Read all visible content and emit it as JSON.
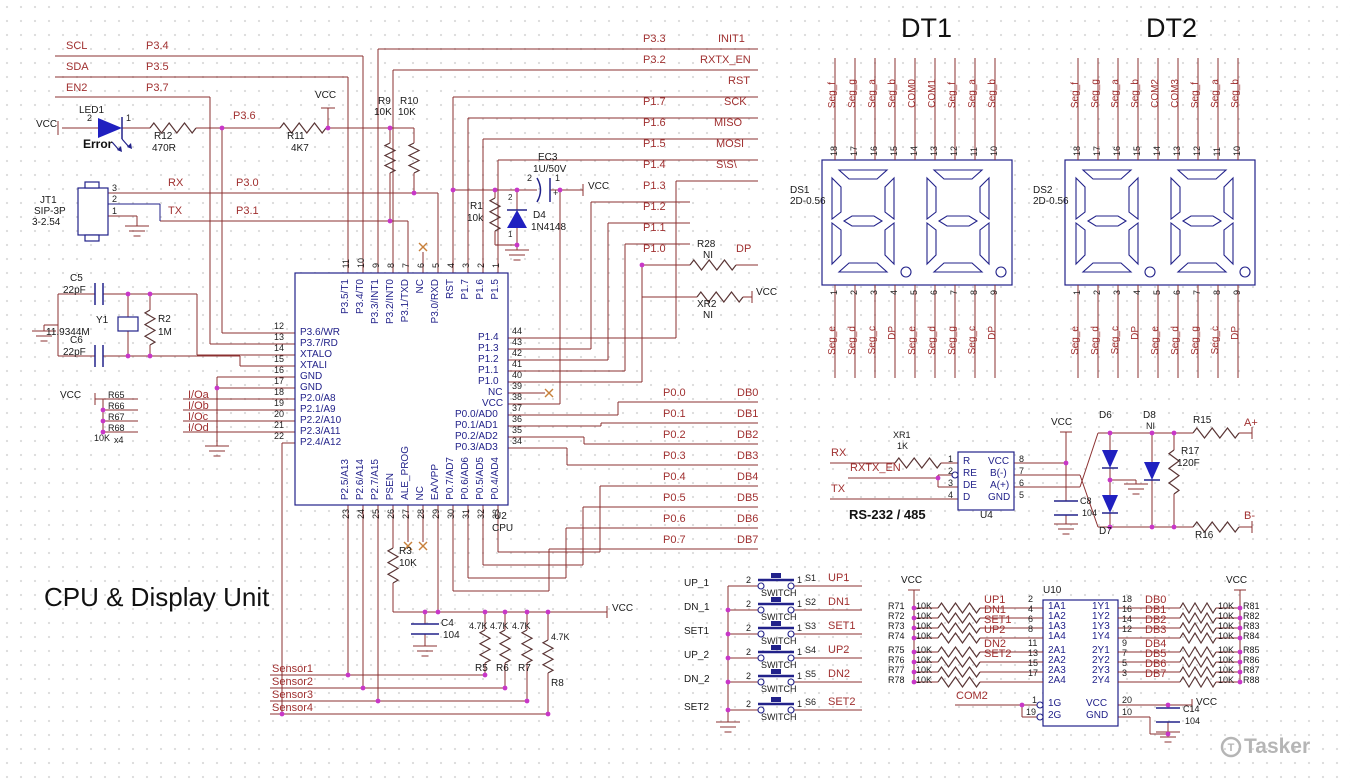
{
  "title": "CPU & Display Unit",
  "watermark": "Tasker",
  "power": {
    "vcc": "VCC"
  },
  "top_nets": [
    [
      "SCL",
      "P3.4"
    ],
    [
      "SDA",
      "P3.5"
    ],
    [
      "EN2",
      "P3.7"
    ]
  ],
  "serial_nets": [
    [
      "RX",
      "P3.0"
    ],
    [
      "TX",
      "P3.1"
    ]
  ],
  "net_p36": "P3.6",
  "right_nets": [
    [
      "P3.3",
      "INIT1"
    ],
    [
      "P3.2",
      "RXTX_EN"
    ],
    [
      "",
      "RST"
    ],
    [
      "P1.7",
      "SCK"
    ],
    [
      "P1.6",
      "MISO"
    ],
    [
      "P1.5",
      "MOSI"
    ],
    [
      "P1.4",
      "S\\S\\"
    ],
    [
      "P1.3",
      ""
    ],
    [
      "P1.2",
      ""
    ],
    [
      "P1.1",
      ""
    ],
    [
      "P1.0",
      "DP"
    ]
  ],
  "db_rows": [
    [
      "P0.0",
      "DB0"
    ],
    [
      "P0.1",
      "DB1"
    ],
    [
      "P0.2",
      "DB2"
    ],
    [
      "P0.3",
      "DB3"
    ],
    [
      "P0.4",
      "DB4"
    ],
    [
      "P0.5",
      "DB5"
    ],
    [
      "P0.6",
      "DB6"
    ],
    [
      "P0.7",
      "DB7"
    ]
  ],
  "sensors": [
    "Sensor1",
    "Sensor2",
    "Sensor3",
    "Sensor4"
  ],
  "io_rows": [
    [
      "R65",
      "I/Oa"
    ],
    [
      "R66",
      "I/Ob"
    ],
    [
      "R67",
      "I/Oc"
    ],
    [
      "R68",
      "I/Od"
    ]
  ],
  "io_note": [
    "10K",
    "x4"
  ],
  "jt1": {
    "ref": "JT1",
    "type": "SIP-3P",
    "pitch": "3-2.54",
    "pins": [
      "3",
      "2",
      "1"
    ]
  },
  "led": {
    "ref": "LED1",
    "name": "Error",
    "pins": [
      "2",
      "1"
    ]
  },
  "ec3": {
    "ref": "EC3",
    "val": "1U/50V",
    "pins": [
      "2",
      "1"
    ],
    "plus": "+"
  },
  "cpu": {
    "ref": "U2",
    "name": "CPU",
    "top": [
      [
        "11",
        "P3.5/T1"
      ],
      [
        "10",
        "P3.4/T0"
      ],
      [
        "9",
        "P3.3/INT1"
      ],
      [
        "8",
        "P3.2/INT0"
      ],
      [
        "7",
        "P3.1/TXD"
      ],
      [
        "6",
        "NC"
      ],
      [
        "5",
        "P3.0/RXD"
      ],
      [
        "4",
        "RST"
      ],
      [
        "3",
        "P1.7"
      ],
      [
        "2",
        "P1.6"
      ],
      [
        "1",
        "P1.5"
      ]
    ],
    "left": [
      [
        "12",
        "P3.6/WR"
      ],
      [
        "13",
        "P3.7/RD"
      ],
      [
        "14",
        "XTALO"
      ],
      [
        "15",
        "XTALI"
      ],
      [
        "16",
        "GND"
      ],
      [
        "17",
        "GND"
      ],
      [
        "18",
        "P2.0/A8"
      ],
      [
        "19",
        "P2.1/A9"
      ],
      [
        "20",
        "P2.2/A10"
      ],
      [
        "21",
        "P2.3/A11"
      ],
      [
        "22",
        "P2.4/A12"
      ]
    ],
    "right": [
      [
        "44",
        "P1.4"
      ],
      [
        "43",
        "P1.3"
      ],
      [
        "42",
        "P1.2"
      ],
      [
        "41",
        "P1.1"
      ],
      [
        "40",
        "P1.0"
      ],
      [
        "39",
        "NC"
      ],
      [
        "38",
        "VCC"
      ],
      [
        "37",
        "P0.0/AD0"
      ],
      [
        "36",
        "P0.1/AD1"
      ],
      [
        "35",
        "P0.2/AD2"
      ],
      [
        "34",
        "P0.3/AD3"
      ]
    ],
    "bottom": [
      [
        "23",
        "P2.5/A13"
      ],
      [
        "24",
        "P2.6/A14"
      ],
      [
        "25",
        "P2.7/A15"
      ],
      [
        "26",
        "PSEN"
      ],
      [
        "27",
        "ALE_PROG"
      ],
      [
        "28",
        "NC"
      ],
      [
        "29",
        "EA/VPP"
      ],
      [
        "30",
        "P0.7/AD7"
      ],
      [
        "31",
        "P0.6/AD6"
      ],
      [
        "32",
        "P0.5/AD5"
      ],
      [
        "33",
        "P0.4/AD4"
      ]
    ]
  },
  "parts": {
    "R12": [
      "R12",
      "470R"
    ],
    "R11": [
      "R11",
      "4K7"
    ],
    "R9": [
      "R9",
      "10K"
    ],
    "R10": [
      "R10",
      "10K"
    ],
    "C5": [
      "C5",
      "22pF"
    ],
    "C6": [
      "C6",
      "22pF"
    ],
    "Y1": [
      "Y1",
      "11.9344M"
    ],
    "R2": [
      "R2",
      "1M"
    ],
    "R1": [
      "R1",
      "10k"
    ],
    "D4": [
      "D4",
      "1N4148",
      "2",
      "1"
    ],
    "R3": [
      "R3",
      "10K"
    ],
    "C4": [
      "C4",
      "104"
    ],
    "R5": [
      "R5",
      "4.7K"
    ],
    "R6": [
      "R6",
      "4.7K"
    ],
    "R7": [
      "R7",
      "4.7K"
    ],
    "R8": [
      "R8",
      "4.7K"
    ],
    "R28": [
      "R28",
      "NI"
    ],
    "XR2": [
      "XR2",
      "NI"
    ]
  },
  "displays": {
    "dt1": {
      "title": "DT1",
      "ref": "DS1",
      "part": "2D-0.56",
      "top": [
        [
          "18",
          "Seg_f"
        ],
        [
          "17",
          "Seg_g"
        ],
        [
          "16",
          "Seg_a"
        ],
        [
          "15",
          "Seg_b"
        ],
        [
          "14",
          "COM0"
        ],
        [
          "13",
          "COM1"
        ],
        [
          "12",
          "Seg_f"
        ],
        [
          "11",
          "Seg_a"
        ],
        [
          "10",
          "Seg_b"
        ]
      ],
      "bottom": [
        [
          "1",
          "Seg_e"
        ],
        [
          "2",
          "Seg_d"
        ],
        [
          "3",
          "Seg_c"
        ],
        [
          "4",
          "DP"
        ],
        [
          "5",
          "Seg_e"
        ],
        [
          "6",
          "Seg_d"
        ],
        [
          "7",
          "Seg_g"
        ],
        [
          "8",
          "Seg_c"
        ],
        [
          "9",
          "DP"
        ]
      ]
    },
    "dt2": {
      "title": "DT2",
      "ref": "DS2",
      "part": "2D-0.56",
      "top": [
        [
          "18",
          "Seg_f"
        ],
        [
          "17",
          "Seg_g"
        ],
        [
          "16",
          "Seg_a"
        ],
        [
          "15",
          "Seg_b"
        ],
        [
          "14",
          "COM2"
        ],
        [
          "13",
          "COM3"
        ],
        [
          "12",
          "Seg_f"
        ],
        [
          "11",
          "Seg_a"
        ],
        [
          "10",
          "Seg_b"
        ]
      ],
      "bottom": [
        [
          "1",
          "Seg_e"
        ],
        [
          "2",
          "Seg_d"
        ],
        [
          "3",
          "Seg_c"
        ],
        [
          "4",
          "DP"
        ],
        [
          "5",
          "Seg_e"
        ],
        [
          "6",
          "Seg_d"
        ],
        [
          "7",
          "Seg_g"
        ],
        [
          "8",
          "Seg_c"
        ],
        [
          "9",
          "DP"
        ]
      ]
    }
  },
  "rs485": {
    "label": "RS-232 / 485",
    "u4": {
      "ref": "U4",
      "left": [
        [
          "1",
          "R"
        ],
        [
          "2",
          "RE"
        ],
        [
          "3",
          "DE"
        ],
        [
          "4",
          "D"
        ]
      ],
      "right": [
        [
          "8",
          "VCC"
        ],
        [
          "7",
          "B(-)"
        ],
        [
          "6",
          "A(+)"
        ],
        [
          "5",
          "GND"
        ]
      ]
    },
    "nets": {
      "rx": "RX",
      "tx": "TX",
      "en": "RXTX_EN",
      "ap": "A+",
      "bm": "B-"
    },
    "parts": {
      "XR1": [
        "XR1",
        "1K"
      ],
      "C8": [
        "C8",
        "104"
      ],
      "D6": [
        "D6"
      ],
      "D7": [
        "D7"
      ],
      "D8": [
        "D8",
        "NI"
      ],
      "R15": [
        "R15"
      ],
      "R16": [
        "R16"
      ],
      "R17": [
        "R17",
        "120F"
      ]
    }
  },
  "switches": {
    "left": [
      "UP_1",
      "DN_1",
      "SET1",
      "UP_2",
      "DN_2",
      "SET2"
    ],
    "rows": [
      [
        "S1",
        "UP1"
      ],
      [
        "S2",
        "DN1"
      ],
      [
        "S3",
        "SET1"
      ],
      [
        "S4",
        "UP2"
      ],
      [
        "S5",
        "DN2"
      ],
      [
        "S6",
        "SET2"
      ]
    ],
    "type": "SWITCH",
    "p2": "2",
    "p1": "1"
  },
  "u10": {
    "ref": "U10",
    "com": "COM2",
    "c14": [
      "C14",
      "104"
    ],
    "rows": [
      [
        "R71",
        "10K",
        "UP1",
        "2",
        "1A1",
        "1Y1",
        "18",
        "DB0",
        "10K",
        "R81"
      ],
      [
        "R72",
        "10K",
        "DN1",
        "4",
        "1A2",
        "1Y2",
        "16",
        "DB1",
        "10K",
        "R82"
      ],
      [
        "R73",
        "10K",
        "SET1",
        "6",
        "1A3",
        "1Y3",
        "14",
        "DB2",
        "10K",
        "R83"
      ],
      [
        "R74",
        "10K",
        "UP2",
        "8",
        "1A4",
        "1Y4",
        "12",
        "DB3",
        "10K",
        "R84"
      ],
      [
        "R75",
        "10K",
        "DN2",
        "11",
        "2A1",
        "2Y1",
        "9",
        "DB4",
        "10K",
        "R85"
      ],
      [
        "R76",
        "10K",
        "SET2",
        "13",
        "2A2",
        "2Y2",
        "7",
        "DB5",
        "10K",
        "R86"
      ],
      [
        "R77",
        "10K",
        "",
        "15",
        "2A3",
        "2Y3",
        "5",
        "DB6",
        "10K",
        "R87"
      ],
      [
        "R78",
        "10K",
        "",
        "17",
        "2A4",
        "2Y4",
        "3",
        "DB7",
        "10K",
        "R88"
      ]
    ],
    "gl": [
      [
        "1",
        "1G"
      ],
      [
        "19",
        "2G"
      ]
    ],
    "gr": [
      [
        "20",
        "VCC"
      ],
      [
        "10",
        "GND"
      ]
    ]
  }
}
